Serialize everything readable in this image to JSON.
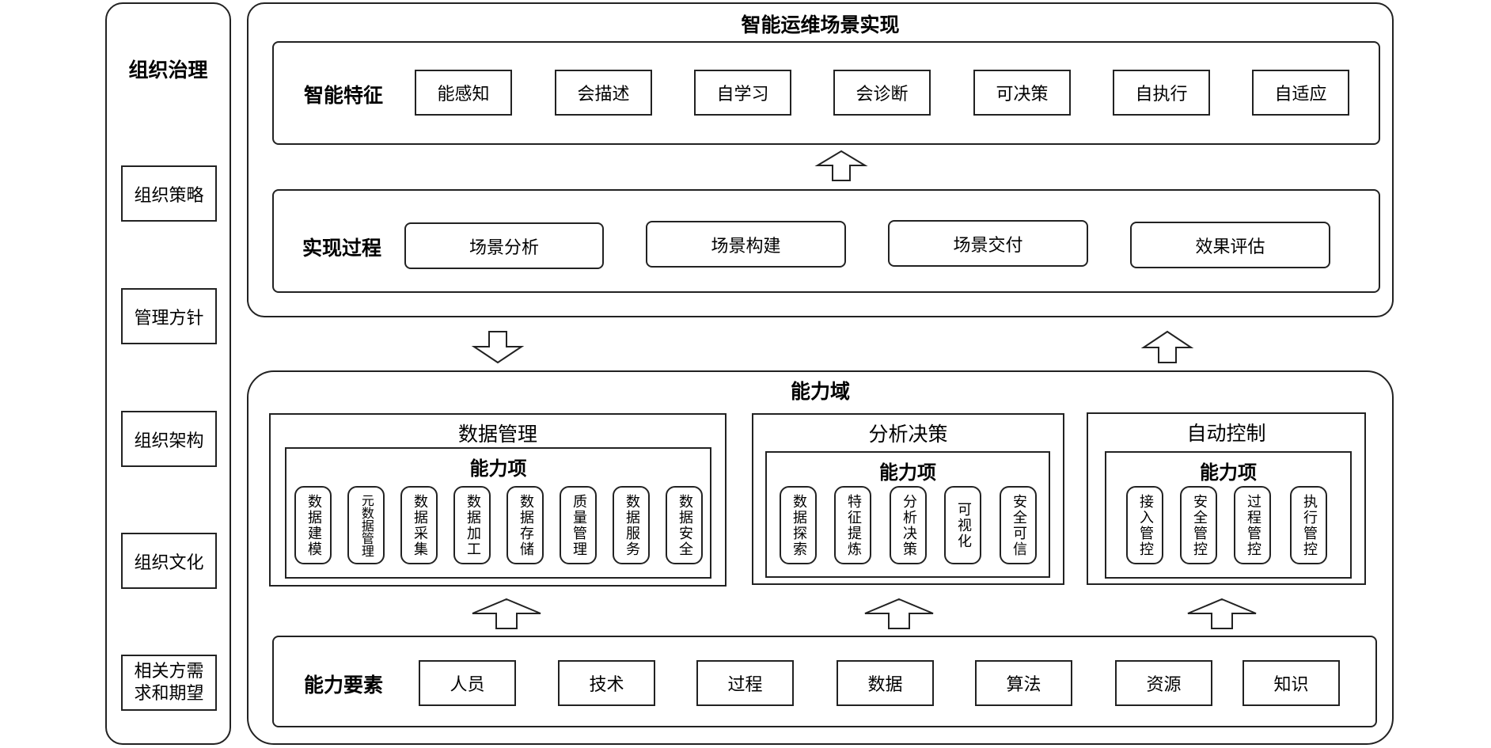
{
  "governance": {
    "title": "组织治理",
    "items": [
      "组织策略",
      "管理方针",
      "组织架构",
      "组织文化",
      "相关方需求和期望"
    ]
  },
  "scene": {
    "title": "智能运维场景实现",
    "features": {
      "title": "智能特征",
      "items": [
        "能感知",
        "会描述",
        "自学习",
        "会诊断",
        "可决策",
        "自执行",
        "自适应"
      ]
    },
    "process": {
      "title": "实现过程",
      "items": [
        "场景分析",
        "场景构建",
        "场景交付",
        "效果评估"
      ]
    }
  },
  "capability": {
    "title": "能力域",
    "item_title": "能力项",
    "domains": [
      {
        "title": "数据管理",
        "items": [
          "数据建模",
          "元数据管理",
          "数据采集",
          "数据加工",
          "数据存储",
          "质量管理",
          "数据服务",
          "数据安全"
        ]
      },
      {
        "title": "分析决策",
        "items": [
          "数据探索",
          "特征提炼",
          "分析决策",
          "可视化",
          "安全可信"
        ]
      },
      {
        "title": "自动控制",
        "items": [
          "接入管控",
          "安全管控",
          "过程管控",
          "执行管控"
        ]
      }
    ],
    "elements": {
      "title": "能力要素",
      "items": [
        "人员",
        "技术",
        "过程",
        "数据",
        "算法",
        "资源",
        "知识"
      ]
    }
  }
}
